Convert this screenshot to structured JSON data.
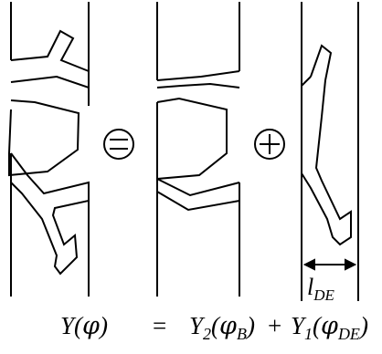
{
  "diagram": {
    "operators": {
      "equals_symbol": "=",
      "plus_symbol": "+"
    },
    "dimension_label": {
      "main": "l",
      "subscript": "DE"
    },
    "equation": {
      "lhs": {
        "name": "Y",
        "open": "(",
        "arg": "φ",
        "close": ")"
      },
      "eq": "=",
      "term1": {
        "name": "Y",
        "index": "2",
        "open": "(",
        "arg": "φ",
        "arg_sub": "B",
        "close": ")"
      },
      "plus": "+",
      "term2": {
        "name": "Y",
        "index": "1",
        "open": "(",
        "arg": "φ",
        "arg_sub": "DE",
        "close": ")"
      }
    }
  }
}
